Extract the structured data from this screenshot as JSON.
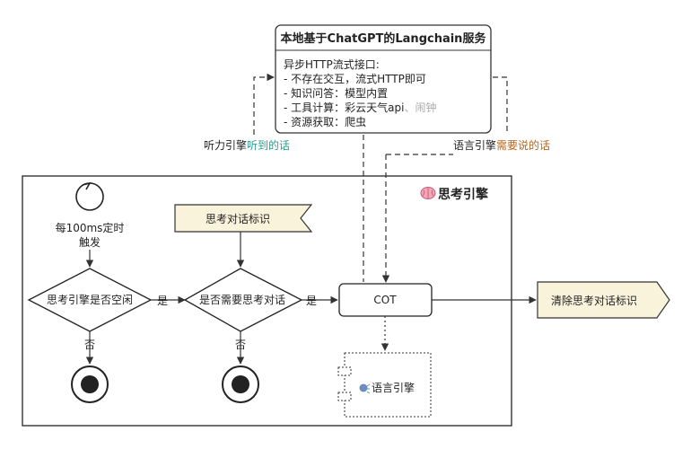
{
  "service": {
    "title": "本地基于ChatGPT的Langchain服务",
    "lines": [
      "异步HTTP流式接口:",
      "- 不存在交互，流式HTTP即可",
      "- 知识问答：模型内置"
    ],
    "tool_line_prefix": "- 工具计算：彩云天气api",
    "tool_line_muted": "、闹钟",
    "resource_line": "- 资源获取：爬虫"
  },
  "listen_label": {
    "prefix": "听力引擎",
    "accent": "听到的话"
  },
  "speak_label": {
    "prefix": "语言引擎",
    "accent": "需要说的话"
  },
  "engine": {
    "icon": "brain-icon",
    "title": "思考引擎"
  },
  "timer": {
    "line1": "每100ms定时",
    "line2": "触发"
  },
  "flag_set": "思考对话标识",
  "decision_idle": "思考引擎是否空闲",
  "decision_need": "是否需要思考对话",
  "yes1": "是",
  "yes2": "是",
  "no1": "否",
  "no2": "否",
  "cot": "COT",
  "clear_flag": "清除思考对话标识",
  "language_engine": {
    "icon": "speaker-head-icon",
    "label": "语言引擎"
  },
  "colors": {
    "listen_accent": "#2a9d8f",
    "speak_accent": "#b5651d",
    "flag_fill": "#faf3dc",
    "muted": "#aaaaaa"
  }
}
